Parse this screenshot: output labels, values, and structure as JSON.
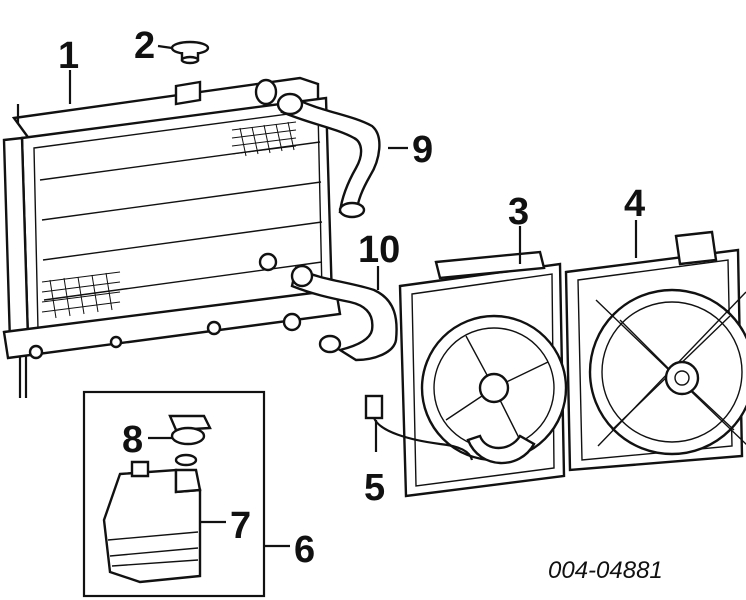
{
  "callouts": {
    "c1": "1",
    "c2": "2",
    "c3": "3",
    "c4": "4",
    "c5": "5",
    "c6": "6",
    "c7": "7",
    "c8": "8",
    "c9": "9",
    "c10": "10"
  },
  "diagram_code": "004-04881"
}
